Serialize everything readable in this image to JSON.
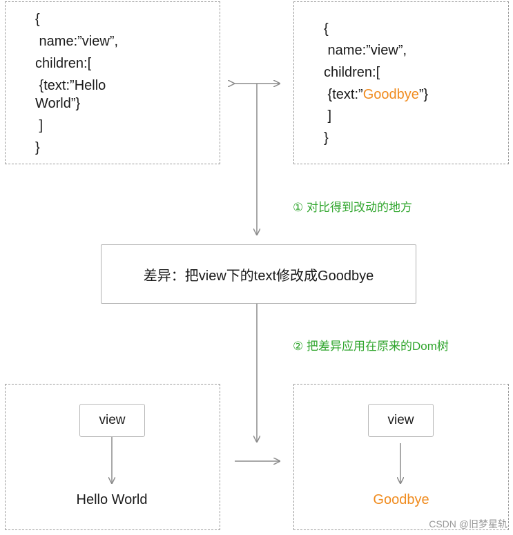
{
  "old_vnode": {
    "lines": [
      "{",
      " name:”view”,",
      "children:[",
      " {text:”Hello",
      "World”}",
      " ]",
      "}"
    ]
  },
  "new_vnode": {
    "line0": "{",
    "line1": " name:”view”,",
    "line2": "children:[",
    "line3_prefix": " {text:”",
    "line3_highlight": "Goodbye",
    "line3_suffix": "”}",
    "line4": " ]",
    "line5": "}"
  },
  "step1_note": "① 对比得到改动的地方",
  "diff_box_text": "差异：把view下的text修改成Goodbye",
  "step2_note": "② 把差异应用在原来的Dom树",
  "old_dom": {
    "node_label": "view",
    "child_text": "Hello World"
  },
  "new_dom": {
    "node_label": "view",
    "child_text": "Goodbye"
  },
  "watermark": "CSDN @旧梦星轨",
  "colors": {
    "highlight": "#f08b1e",
    "note": "#2fa52c",
    "line": "#8c8c8c"
  }
}
